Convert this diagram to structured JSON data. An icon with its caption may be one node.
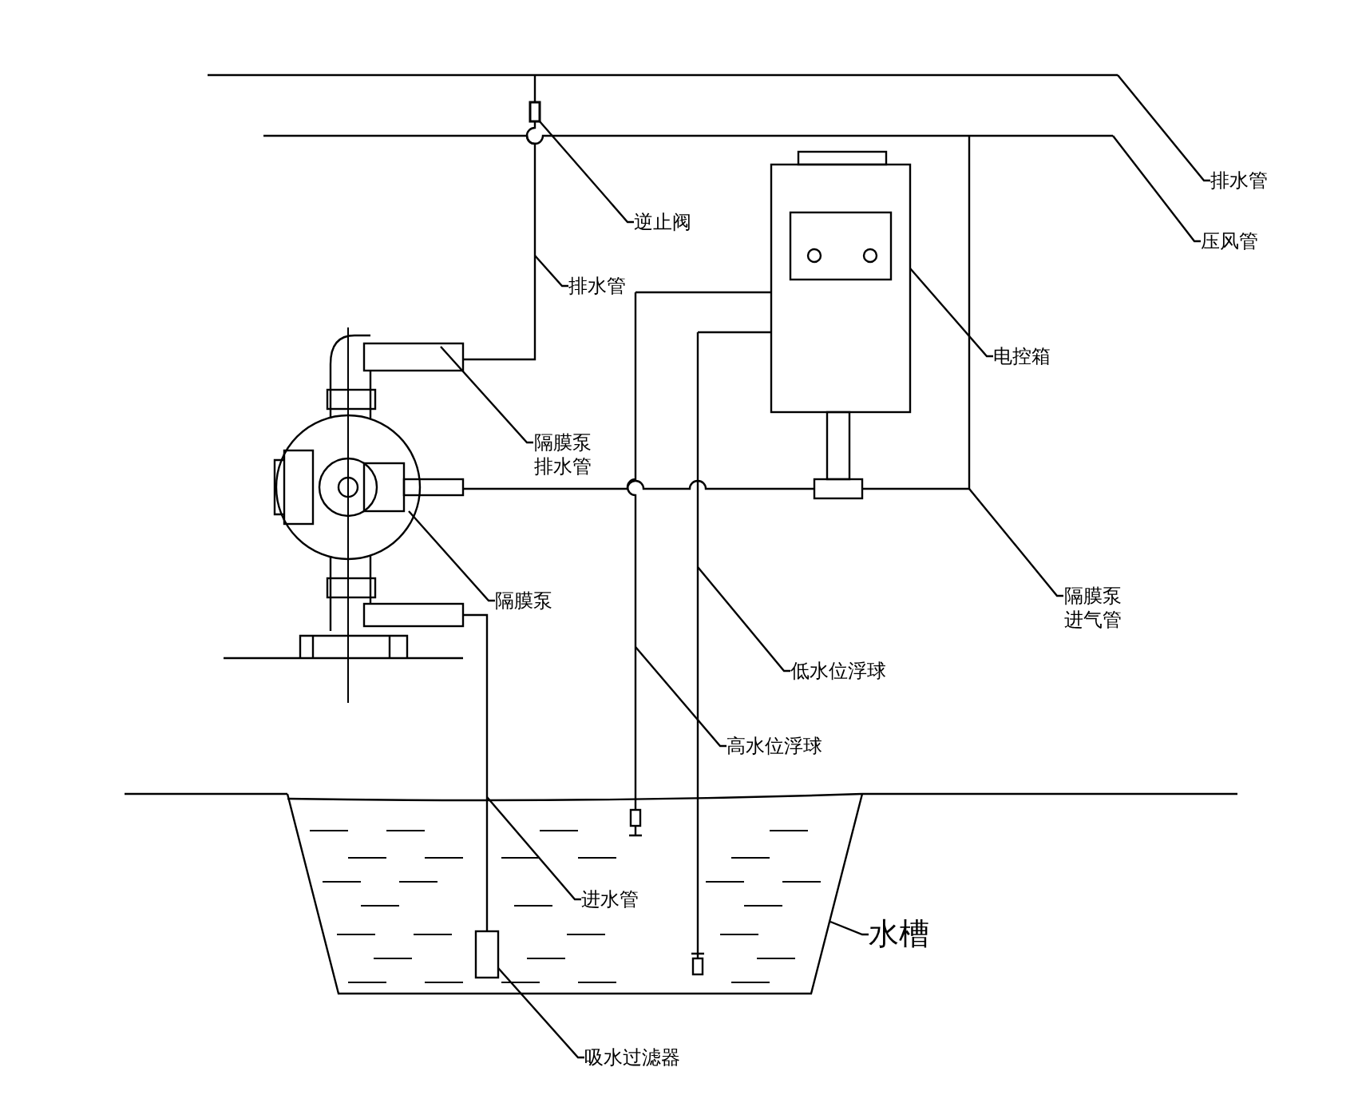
{
  "diagram": {
    "nodes": [
      {
        "text": [
          "逆止阀"
        ]
      },
      {
        "text": [
          "排水管"
        ]
      },
      {
        "text": [
          "压风管"
        ]
      },
      {
        "text": [
          "排水管"
        ]
      },
      {
        "text": [
          "电控箱"
        ]
      },
      {
        "text": [
          "隔膜泵排水管"
        ]
      },
      {
        "text": [
          "隔膜泵"
        ]
      },
      {
        "text": [
          "隔膜泵进气管"
        ]
      },
      {
        "text": [
          "低水位浮球"
        ]
      },
      {
        "text": [
          "高水位浮球"
        ]
      },
      {
        "text": [
          "进水管"
        ],
        "in": 18
      },
      {
        "text": [
          "水槽"
        ]
      },
      {
        "text": [
          "吸水过滤器"
        ]
      },
      {
        "text": [],
        "shape": "box"
      },
      {
        "text": [],
        "shape": "box"
      },
      {
        "text": [],
        "shape": "picture"
      },
      {
        "text": [],
        "shape": "box"
      },
      {
        "text": [],
        "shape": "box"
      },
      {
        "text": [],
        "shape": "trapezoid"
      },
      {
        "text": [],
        "shape": "box",
        "in": 18
      },
      {
        "text": [],
        "shape": "bar"
      },
      {
        "text": [],
        "shape": "bar"
      }
    ],
    "edges": [
      {
        "from": 0,
        "to": 13,
        "arrow": "none"
      },
      {
        "from": 1,
        "to": 20,
        "arrow": "none"
      },
      {
        "from": 2,
        "to": 21,
        "arrow": "none"
      },
      {
        "from": 3,
        "to": null,
        "arrow": "none"
      },
      {
        "from": 4,
        "to": 14,
        "arrow": "none"
      },
      {
        "from": 5,
        "to": 15,
        "arrow": "none"
      },
      {
        "from": 6,
        "to": 15,
        "arrow": "none"
      },
      {
        "from": 7,
        "to": null,
        "arrow": "none"
      },
      {
        "from": 8,
        "to": 16,
        "arrow": "none"
      },
      {
        "from": 9,
        "to": 17,
        "arrow": "none"
      },
      {
        "from": 10,
        "to": 18,
        "arrow": "none"
      },
      {
        "from": 11,
        "to": 18,
        "arrow": "none"
      },
      {
        "from": 12,
        "to": 19,
        "arrow": "none"
      },
      {
        "from": 15,
        "to": 13,
        "arrow": "none"
      },
      {
        "from": 14,
        "to": 16,
        "arrow": "none"
      },
      {
        "from": 14,
        "to": 17,
        "arrow": "none"
      },
      {
        "from": 14,
        "to": 15,
        "arrow": "none"
      },
      {
        "from": 15,
        "to": 19,
        "arrow": "none"
      },
      {
        "from": 13,
        "to": 20,
        "arrow": "none"
      },
      {
        "from": 21,
        "to": 14,
        "arrow": "none"
      }
    ]
  }
}
